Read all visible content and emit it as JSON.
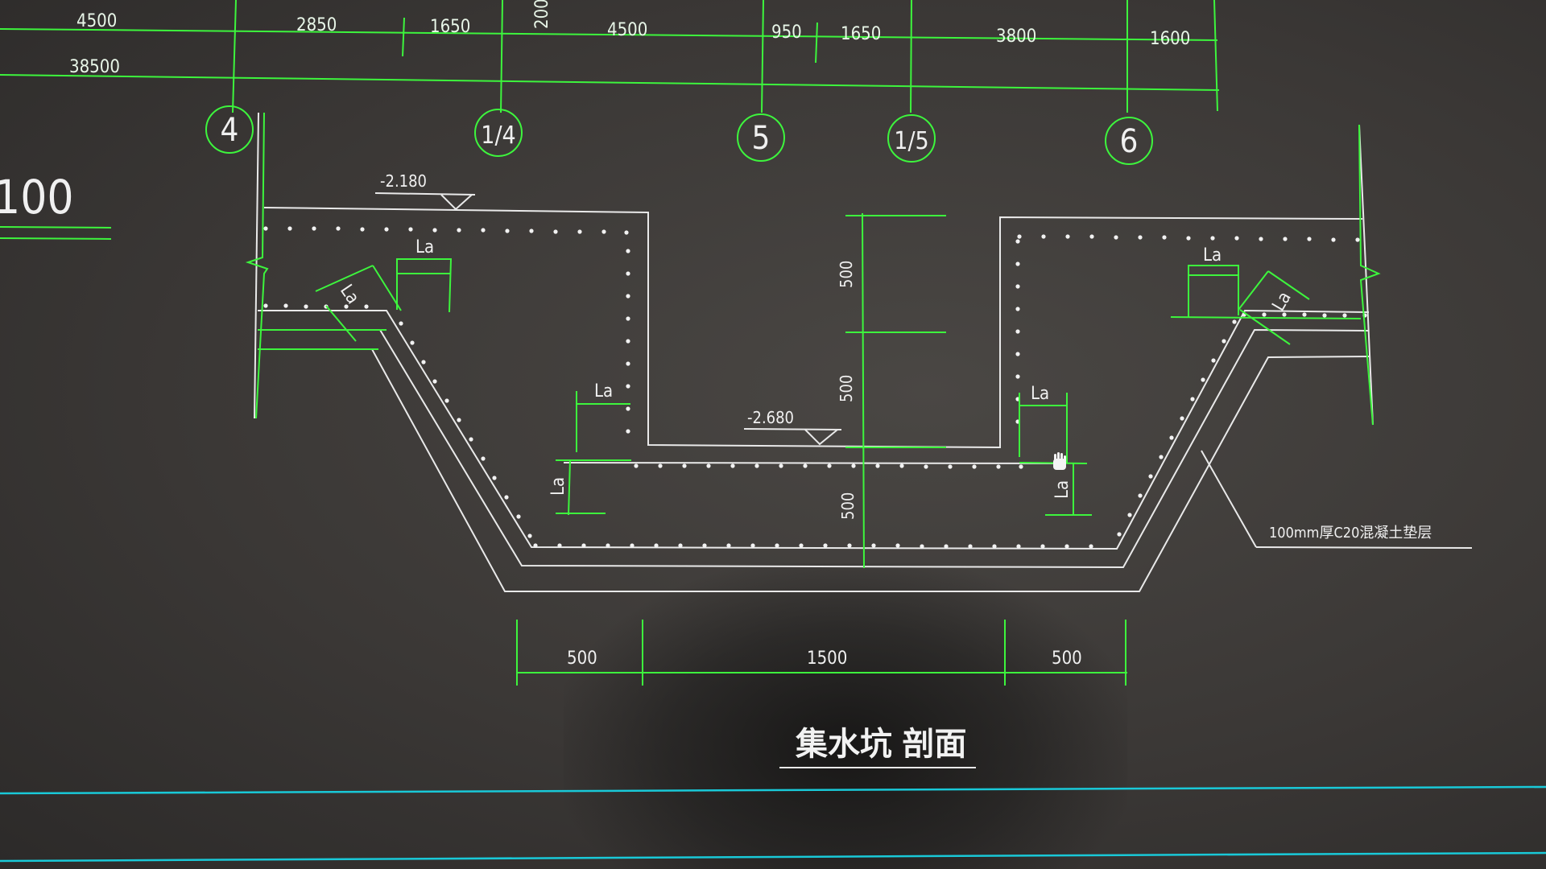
{
  "top_dims": {
    "row1": [
      "4500",
      "2850",
      "1650",
      "200",
      "4500",
      "950",
      "1650",
      "3800",
      "1600"
    ],
    "total": "38500"
  },
  "axes": [
    "4",
    "1/4",
    "5",
    "1/5",
    "6"
  ],
  "left_partial": "100",
  "elevations": {
    "top": "-2.180",
    "bottom": "-2.680"
  },
  "anchor_label": "La",
  "vertical_dims": [
    "500",
    "500",
    "500"
  ],
  "bottom_dims": [
    "500",
    "1500",
    "500"
  ],
  "note": "100mm厚C20混凝土垫层",
  "title": "集水坑  剖面",
  "colors": {
    "background": "#3b3836",
    "dimension": "#3df53d",
    "rebar": "#e9e9e9",
    "frame": "#19c9d8"
  }
}
